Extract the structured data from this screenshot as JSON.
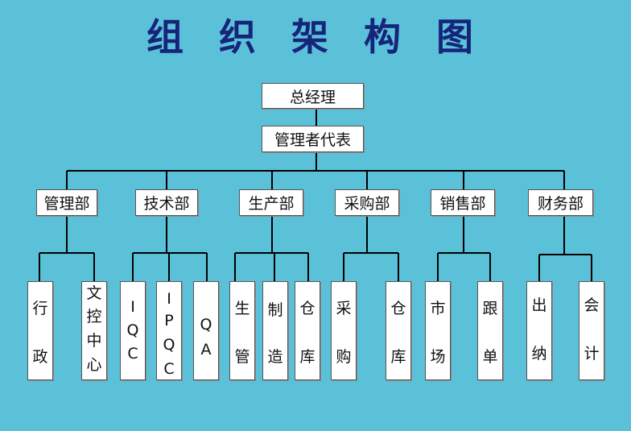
{
  "title": "组 织 架 构 图",
  "ceo": "总经理",
  "representative": "管理者代表",
  "departments": [
    {
      "name": "管理部",
      "units": [
        [
          "行",
          "政"
        ],
        [
          "文",
          "控",
          "中",
          "心"
        ]
      ]
    },
    {
      "name": "技术部",
      "units": [
        [
          "I",
          "Q",
          "C"
        ],
        [
          "I",
          "P",
          "Q",
          "C"
        ],
        [
          "Q",
          "A"
        ]
      ]
    },
    {
      "name": "生产部",
      "units": [
        [
          "生",
          "管"
        ],
        [
          "制",
          "造"
        ],
        [
          "仓",
          "库"
        ]
      ]
    },
    {
      "name": "采购部",
      "units": [
        [
          "采",
          "购"
        ],
        [
          "仓",
          "库"
        ]
      ]
    },
    {
      "name": "销售部",
      "units": [
        [
          "市",
          "场"
        ],
        [
          "跟",
          "单"
        ]
      ]
    },
    {
      "name": "财务部",
      "units": [
        [
          "出",
          "纳"
        ],
        [
          "会",
          "计"
        ]
      ]
    }
  ]
}
